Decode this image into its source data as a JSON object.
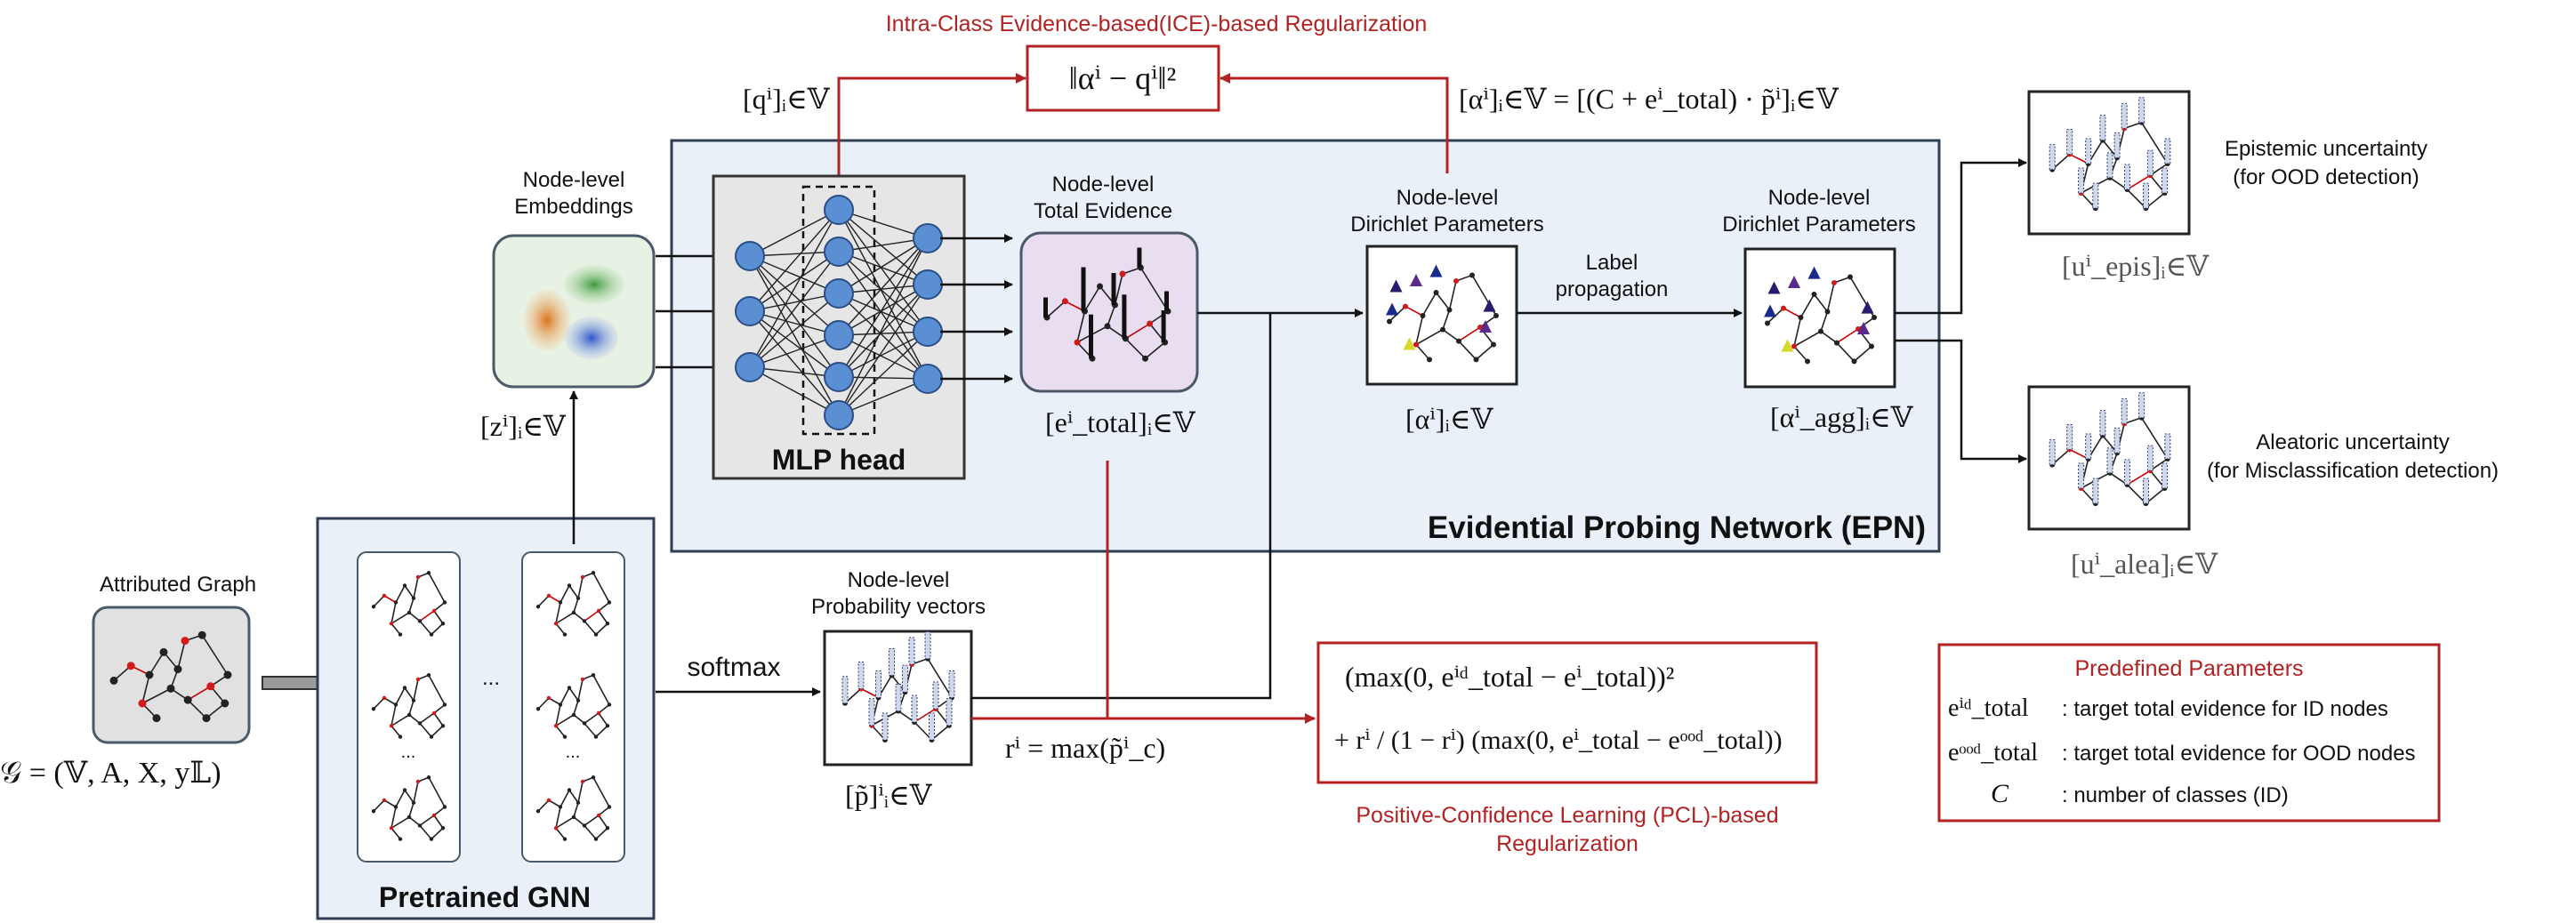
{
  "ice": {
    "title": "Intra-Class Evidence-based(ICE)-based Regularization",
    "formula": "‖αⁱ − qⁱ‖²"
  },
  "q_label": "[qⁱ]ᵢ∈𝕍",
  "alpha_def": "[αⁱ]ᵢ∈𝕍 = [(C + eⁱ_total) · p̃ⁱ]ᵢ∈𝕍",
  "embeddings": {
    "label_line1": "Node-level",
    "label_line2": "Embeddings",
    "z_label": "[zⁱ]ᵢ∈𝕍"
  },
  "mlp": {
    "label": "MLP head"
  },
  "evidence": {
    "label_line1": "Node-level",
    "label_line2": "Total Evidence",
    "e_label": "[eⁱ_total]ᵢ∈𝕍"
  },
  "dirichlet1": {
    "label_line1": "Node-level",
    "label_line2": "Dirichlet Parameters",
    "var": "[αⁱ]ᵢ∈𝕍"
  },
  "label_prop": {
    "line1": "Label",
    "line2": "propagation"
  },
  "dirichlet2": {
    "label_line1": "Node-level",
    "label_line2": "Dirichlet Parameters",
    "var": "[αⁱ_agg]ᵢ∈𝕍"
  },
  "epn": {
    "title": "Evidential Probing Network (EPN)"
  },
  "epistemic": {
    "line1": "Epistemic uncertainty",
    "line2": "(for OOD detection)",
    "var": "[uⁱ_epis]ᵢ∈𝕍"
  },
  "aleatoric": {
    "line1": "Aleatoric uncertainty",
    "line2": "(for Misclassification detection)",
    "var": "[uⁱ_alea]ᵢ∈𝕍"
  },
  "graph": {
    "label": "Attributed Graph",
    "formula": "𝒢 = (𝕍, A, X, y𝕃)"
  },
  "gnn": {
    "label": "Pretrained GNN",
    "dots_h": "...",
    "dots_v": "..."
  },
  "softmax": {
    "label": "softmax"
  },
  "prob": {
    "label_line1": "Node-level",
    "label_line2": "Probability vectors",
    "var": "[p̃]ⁱᵢ∈𝕍"
  },
  "r_formula": "rⁱ = max(p̃ⁱ_c)",
  "pcl": {
    "line1": "(max(0, eⁱᵈ_total − eⁱ_total))²",
    "line2": "+ rⁱ / (1 − rⁱ) (max(0, eⁱ_total − eᵒᵒᵈ_total))",
    "title_line1": "Positive-Confidence Learning (PCL)-based",
    "title_line2": "Regularization"
  },
  "params": {
    "title": "Predefined Parameters",
    "items": [
      {
        "symbol": "eⁱᵈ_total",
        "desc": ": target total evidence for ID nodes"
      },
      {
        "symbol": "eᵒᵒᵈ_total",
        "desc": ": target total evidence for OOD nodes"
      },
      {
        "symbol": "C",
        "desc": ": number of classes (ID)"
      }
    ]
  },
  "colors": {
    "accent_red": "#b22222",
    "epn_bg": "#eaf0f8",
    "epn_border": "#2f3e55",
    "node_blue": "#5a8fd3",
    "mlp_bg": "#e6e6e6",
    "evidence_bg": "#e9def0",
    "embed_bg": "#e8f2e4",
    "graph_bg": "#e1e1e1"
  }
}
